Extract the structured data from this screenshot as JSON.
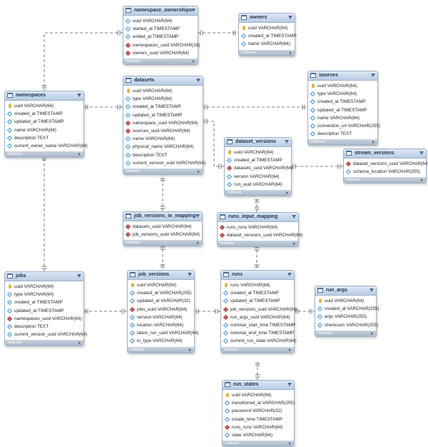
{
  "footer_label": "Indexes",
  "colors": {
    "header": "#c8d8ea",
    "border": "#9fb2c9",
    "primary_key": "#e0b53a",
    "foreign_key": "#d66b6b",
    "column": "#3f8fc9"
  },
  "icon_legend": {
    "primary_key": "key-icon",
    "column": "column-diamond-icon",
    "foreign_key": "foreign-key-diamond-icon"
  },
  "tables": [
    {
      "name": "namespace_ownerships",
      "columns": [
        {
          "text": "uuid VARCHAR(64)",
          "kind": "col"
        },
        {
          "text": "started_at TIMESTAMP",
          "kind": "col"
        },
        {
          "text": "ended_at TIMESTAMP",
          "kind": "col"
        },
        {
          "text": "namespaces_uuid VARCHAR(16)",
          "kind": "fk"
        },
        {
          "text": "owners_uuid VARCHAR(64)",
          "kind": "fk"
        }
      ]
    },
    {
      "name": "owners",
      "columns": [
        {
          "text": "uuid VARCHAR(64)",
          "kind": "pk"
        },
        {
          "text": "created_at TIMESTAMP",
          "kind": "col"
        },
        {
          "text": "name VARCHAR(64)",
          "kind": "col"
        }
      ]
    },
    {
      "name": "namespaces",
      "columns": [
        {
          "text": "uuid VARCHAR(64)",
          "kind": "pk"
        },
        {
          "text": "created_at TIMESTAMP",
          "kind": "col"
        },
        {
          "text": "updated_at TIMESTAMP",
          "kind": "col"
        },
        {
          "text": "name VARCHAR(64)",
          "kind": "col"
        },
        {
          "text": "description TEXT",
          "kind": "col"
        },
        {
          "text": "current_owner_name VARCHAR(64)",
          "kind": "col"
        }
      ]
    },
    {
      "name": "datasets",
      "columns": [
        {
          "text": "uuid VARCHAR(64)",
          "kind": "pk"
        },
        {
          "text": "type VARCHAR(64)",
          "kind": "col"
        },
        {
          "text": "created_at TIMESTAMP",
          "kind": "col"
        },
        {
          "text": "updated_at TIMESTAMP",
          "kind": "col"
        },
        {
          "text": "namespace_uuid VARCHAR(64)",
          "kind": "fk"
        },
        {
          "text": "sources_uuid VARCHAR(64)",
          "kind": "fk"
        },
        {
          "text": "name VARCHAR(64)",
          "kind": "col"
        },
        {
          "text": "physical_name VARCHAR(64)",
          "kind": "col"
        },
        {
          "text": "description TEXT",
          "kind": "col"
        },
        {
          "text": "current_version_uuid VARCHAR(64)",
          "kind": "col"
        }
      ]
    },
    {
      "name": "sources",
      "columns": [
        {
          "text": "uuid VARCHAR(64)",
          "kind": "pk"
        },
        {
          "text": "type VARCHAR(64)",
          "kind": "col"
        },
        {
          "text": "created_at TIMESTAMP",
          "kind": "col"
        },
        {
          "text": "updated_at TIMESTAMP",
          "kind": "col"
        },
        {
          "text": "name VARCHAR(64)",
          "kind": "col"
        },
        {
          "text": "connection_url VARCHAR(255)",
          "kind": "col"
        },
        {
          "text": "description TEXT",
          "kind": "col"
        }
      ]
    },
    {
      "name": "dataset_versions",
      "columns": [
        {
          "text": "uuid VARCHAR(64)",
          "kind": "pk"
        },
        {
          "text": "created_at TIMESTAMP",
          "kind": "col"
        },
        {
          "text": "datasets_uuid VARCHAR(64)",
          "kind": "fk"
        },
        {
          "text": "version VARCHAR(64)",
          "kind": "col"
        },
        {
          "text": "run_uuid VARCHAR(64)",
          "kind": "col"
        }
      ]
    },
    {
      "name": "stream_versions",
      "columns": [
        {
          "text": "dataset_versions_uuid VARCHAR(64)",
          "kind": "fk"
        },
        {
          "text": "schema_location VARCHAR(255)",
          "kind": "col"
        }
      ]
    },
    {
      "name": "job_versions_io_mapping",
      "columns": [
        {
          "text": "datasets_uuid VARCHAR(64)",
          "kind": "fk"
        },
        {
          "text": "job_versions_uuid VARCHAR(64)",
          "kind": "fk"
        }
      ]
    },
    {
      "name": "runs_input_mapping",
      "columns": [
        {
          "text": "runs_runs VARCHAR(64)",
          "kind": "fk"
        },
        {
          "text": "dataset_versions_uuid VARCHAR(64)",
          "kind": "fk"
        }
      ]
    },
    {
      "name": "jobs",
      "columns": [
        {
          "text": "uuid VARCHAR(64)",
          "kind": "pk"
        },
        {
          "text": "type VARCHAR(64)",
          "kind": "col"
        },
        {
          "text": "created_at TIMESTAMP",
          "kind": "col"
        },
        {
          "text": "updated_at TIMESTAMP",
          "kind": "col"
        },
        {
          "text": "namespaces_uuid VARCHAR(64)",
          "kind": "fk"
        },
        {
          "text": "description TEXT",
          "kind": "col"
        },
        {
          "text": "current_version_uuid VARCHAR(64)",
          "kind": "col"
        }
      ]
    },
    {
      "name": "job_versions",
      "columns": [
        {
          "text": "uuid VARCHAR(64)",
          "kind": "pk"
        },
        {
          "text": "created_at VARCHAR(255)",
          "kind": "col"
        },
        {
          "text": "updated_at VARCHAR(32)",
          "kind": "col"
        },
        {
          "text": "jobs_uuid VARCHAR(64)",
          "kind": "fk"
        },
        {
          "text": "version VARCHAR(64)",
          "kind": "col"
        },
        {
          "text": "location VARCHAR(64)",
          "kind": "col"
        },
        {
          "text": "latest_run_uuid VARCHAR(64)",
          "kind": "col"
        },
        {
          "text": "io_type VARCHAR(64)",
          "kind": "col"
        }
      ]
    },
    {
      "name": "runs",
      "columns": [
        {
          "text": "runs VARCHAR(64)",
          "kind": "pk"
        },
        {
          "text": "created_at TIMESTAMP",
          "kind": "col"
        },
        {
          "text": "updated_at TIMESTAMP",
          "kind": "col"
        },
        {
          "text": "job_versions_uuid VARCHAR(64)",
          "kind": "fk"
        },
        {
          "text": "run_args_uuid VARCHAR(64)",
          "kind": "fk"
        },
        {
          "text": "nominal_start_time TIMESTAMP",
          "kind": "col"
        },
        {
          "text": "nominal_end_time TIMESTAMP",
          "kind": "col"
        },
        {
          "text": "current_run_state VARCHAR(64)",
          "kind": "col"
        }
      ]
    },
    {
      "name": "run_args",
      "columns": [
        {
          "text": "uuid VARCHAR(64)",
          "kind": "pk"
        },
        {
          "text": "created_at VARCHAR(255)",
          "kind": "col"
        },
        {
          "text": "args VARCHAR(255)",
          "kind": "col"
        },
        {
          "text": "checksum VARCHAR(255)",
          "kind": "col"
        }
      ]
    },
    {
      "name": "run_states",
      "columns": [
        {
          "text": "uuid VARCHAR(64)",
          "kind": "pk"
        },
        {
          "text": "transitioned_at VARCHAR(255)",
          "kind": "col"
        },
        {
          "text": "password VARCHAR(32)",
          "kind": "col"
        },
        {
          "text": "create_time TIMESTAMP",
          "kind": "col"
        },
        {
          "text": "runs_runs VARCHAR(64)",
          "kind": "fk"
        },
        {
          "text": "state VARCHAR(64)",
          "kind": "col"
        }
      ]
    }
  ],
  "relationships": [
    {
      "from": "namespace_ownerships",
      "to": "owners"
    },
    {
      "from": "namespace_ownerships",
      "to": "namespaces"
    },
    {
      "from": "datasets",
      "to": "namespaces"
    },
    {
      "from": "datasets",
      "to": "sources"
    },
    {
      "from": "dataset_versions",
      "to": "datasets"
    },
    {
      "from": "stream_versions",
      "to": "dataset_versions"
    },
    {
      "from": "job_versions_io_mapping",
      "to": "datasets"
    },
    {
      "from": "job_versions_io_mapping",
      "to": "job_versions"
    },
    {
      "from": "runs_input_mapping",
      "to": "dataset_versions"
    },
    {
      "from": "runs_input_mapping",
      "to": "runs"
    },
    {
      "from": "jobs",
      "to": "namespaces"
    },
    {
      "from": "job_versions",
      "to": "jobs"
    },
    {
      "from": "runs",
      "to": "job_versions"
    },
    {
      "from": "runs",
      "to": "run_args"
    },
    {
      "from": "run_states",
      "to": "runs"
    }
  ]
}
